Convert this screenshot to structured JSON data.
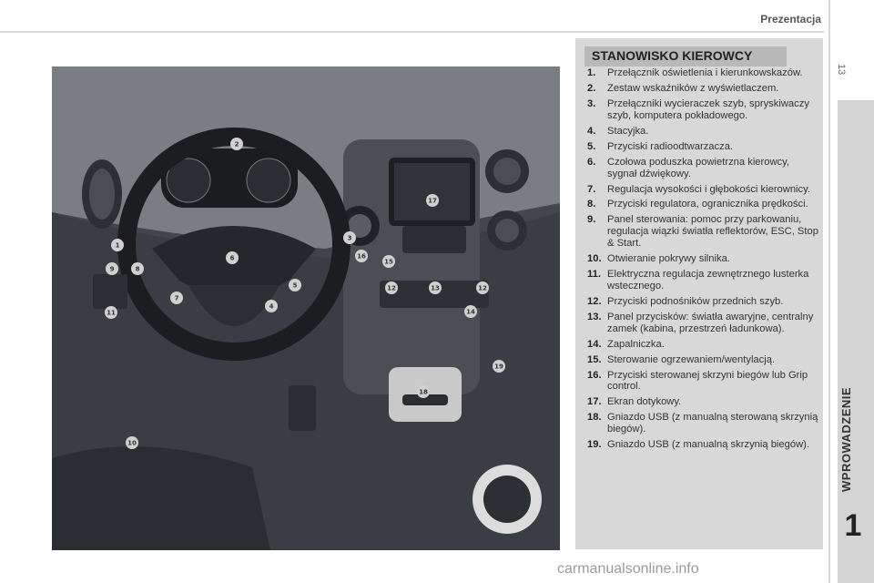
{
  "header": {
    "title": "Prezentacja"
  },
  "page_number": "13",
  "chapter": {
    "title": "WPROWADZENIE",
    "number": "1"
  },
  "panel": {
    "title": "STANOWISKO KIEROWCY",
    "items": [
      {
        "num": "1.",
        "text": "Przełącznik oświetlenia i kierunkowskazów."
      },
      {
        "num": "2.",
        "text": "Zestaw wskaźników z wyświetlaczem."
      },
      {
        "num": "3.",
        "text": "Przełączniki wycieraczek szyb, spryskiwaczy szyb, komputera pokładowego."
      },
      {
        "num": "4.",
        "text": "Stacyjka."
      },
      {
        "num": "5.",
        "text": "Przyciski radioodtwarzacza."
      },
      {
        "num": "6.",
        "text": "Czołowa poduszka powietrzna kierowcy, sygnał dźwiękowy."
      },
      {
        "num": "7.",
        "text": "Regulacja wysokości i głębokości kierownicy."
      },
      {
        "num": "8.",
        "text": "Przyciski regulatora, ogranicznika prędkości."
      },
      {
        "num": "9.",
        "text": "Panel sterowania: pomoc przy parkowaniu, regulacja wiązki światła reflektorów, ESC, Stop & Start."
      },
      {
        "num": "10.",
        "text": "Otwieranie pokrywy silnika."
      },
      {
        "num": "11.",
        "text": "Elektryczna regulacja zewnętrznego lusterka wstecznego."
      },
      {
        "num": "12.",
        "text": "Przyciski podnośników przednich szyb."
      },
      {
        "num": "13.",
        "text": "Panel przycisków: światła awaryjne, centralny zamek (kabina, przestrzeń ładunkowa)."
      },
      {
        "num": "14.",
        "text": "Zapalniczka."
      },
      {
        "num": "15.",
        "text": "Sterowanie ogrzewaniem/wentylacją."
      },
      {
        "num": "16.",
        "text": "Przyciski sterowanej skrzyni biegów lub Grip control."
      },
      {
        "num": "17.",
        "text": "Ekran dotykowy."
      },
      {
        "num": "18.",
        "text": "Gniazdo USB (z manualną sterowaną skrzynią biegów)."
      },
      {
        "num": "19.",
        "text": "Gniazdo USB (z manualną skrzynią biegów)."
      }
    ]
  },
  "callouts": [
    "2",
    "1",
    "9",
    "8",
    "6",
    "7",
    "4",
    "5",
    "11",
    "3",
    "16",
    "15",
    "17",
    "12",
    "13",
    "12",
    "14",
    "19",
    "18",
    "10"
  ],
  "watermark": "carmanualsonline.info"
}
